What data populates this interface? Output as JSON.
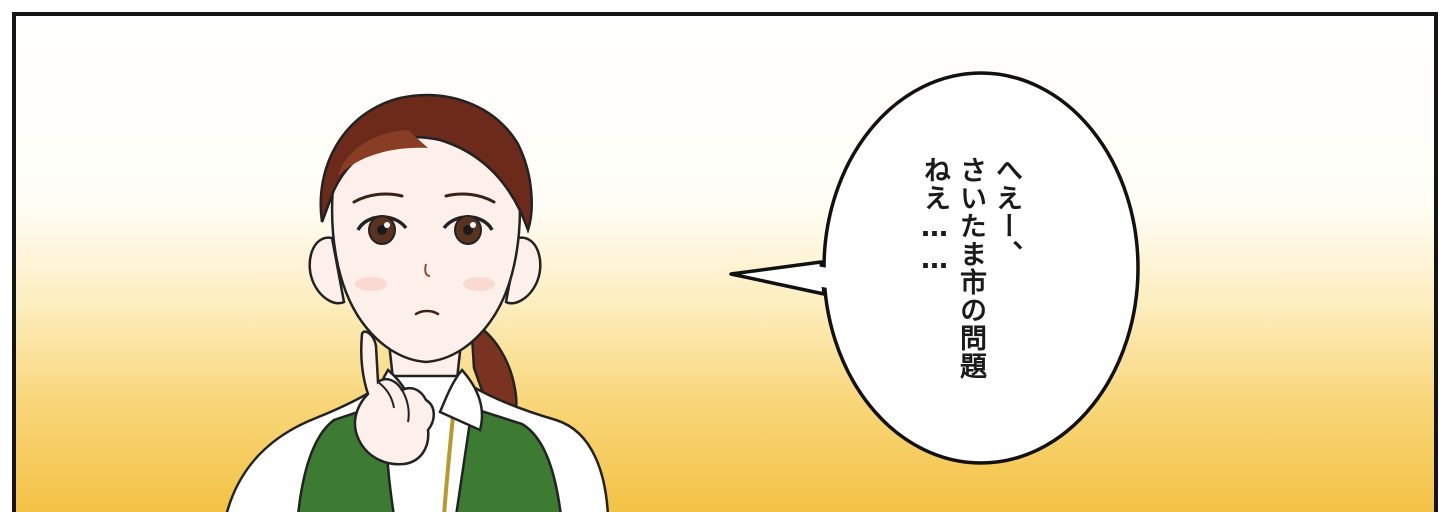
{
  "panel": {
    "colors": {
      "sky": "#ffffff",
      "glow": "#f3c345",
      "border": "#141414"
    }
  },
  "character": {
    "hair_color": "#6b2a1a",
    "apron_color": "#3d7a32",
    "skin_color": "#fdf0ea"
  },
  "speech_bubble": {
    "lines": [
      "へえー、",
      "さいたま市の問題",
      "ねえ……"
    ]
  }
}
